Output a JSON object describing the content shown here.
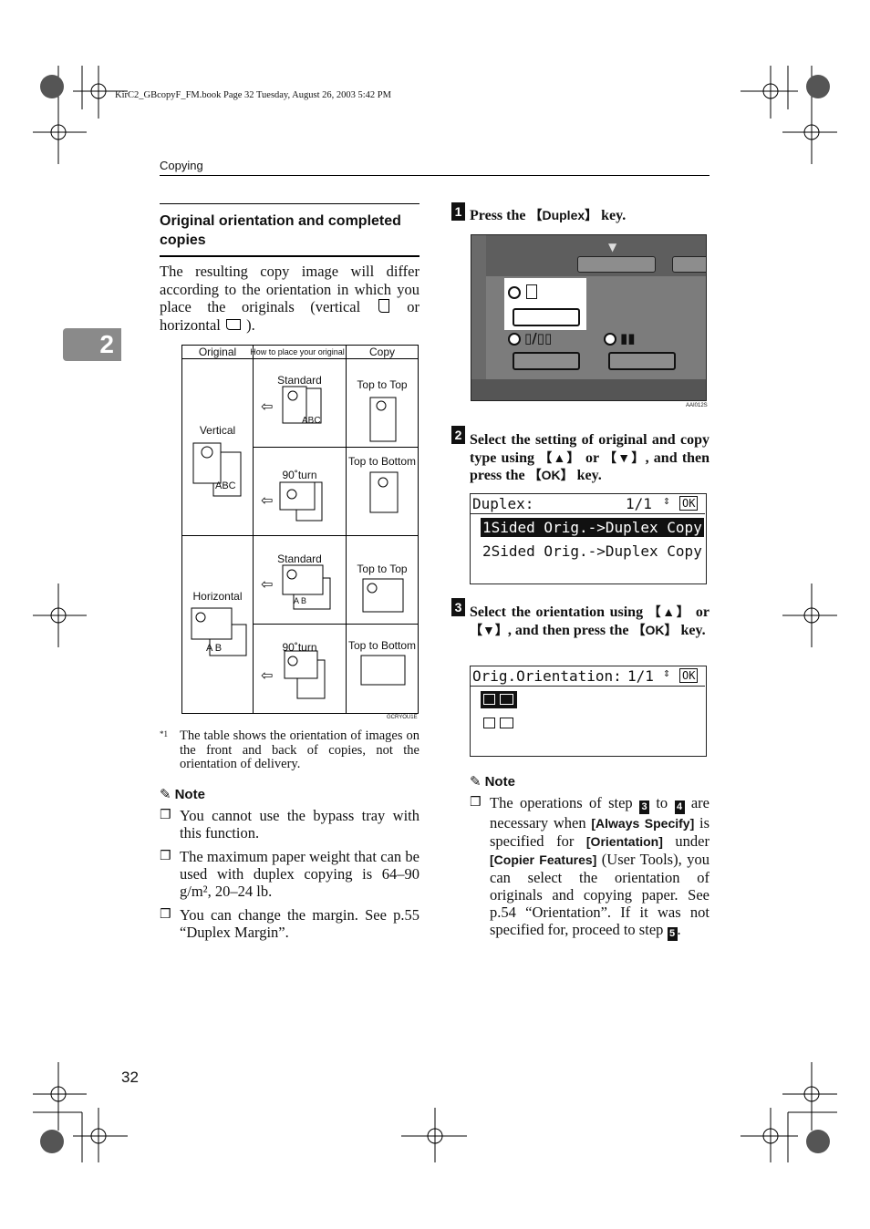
{
  "header": {
    "file_info": "KirC2_GBcopyF_FM.book  Page 32  Tuesday, August 26, 2003  5:42 PM",
    "running_head": "Copying",
    "chapter_tab": "2"
  },
  "left": {
    "section_title": "Original orientation and completed copies",
    "intro_a": "The resulting copy image will differ according to the orientation in which you place the originals (vertical",
    "intro_b": "or horizontal",
    "intro_c": ").",
    "diagram": {
      "col_original": "Original",
      "col_how": "How to place your original",
      "col_copy": "Copy",
      "vertical": "Vertical",
      "horizontal": "Horizontal",
      "standard": "Standard",
      "turn": "90˚turn",
      "top_to_top": "Top to Top",
      "top_to_bottom": "Top to Bottom",
      "abc": "ABC",
      "a_b": "A     B",
      "code": "GCRYOU1E"
    },
    "footnote_mark": "*1",
    "footnote_text": "The table shows the orientation of images on the front and back of copies, not the orientation of delivery.",
    "note_heading": "Note",
    "notes": [
      "You cannot use the bypass tray with this function.",
      "The maximum paper weight that can be used with duplex copying is 64–90 g/m², 20–24 lb.",
      "You can change the margin. See p.55 “Duplex Margin”."
    ]
  },
  "right": {
    "step1": {
      "num": "1",
      "pre": "Press the ",
      "key": "【Duplex】",
      "post": " key."
    },
    "panel_code": "AAI012S",
    "step2": {
      "num": "2",
      "text_a": "Select the setting of original and copy type using ",
      "key_up": "【▲】",
      "or": " or ",
      "key_down": "【▼】",
      "text_b": ", and then press the ",
      "key_ok": "【OK】",
      "text_c": " key."
    },
    "lcd1": {
      "title": "Duplex:",
      "page": "1/1",
      "ok": "OK",
      "row1": "1Sided Orig.->Duplex Copy",
      "row2": "2Sided Orig.->Duplex Copy"
    },
    "step3": {
      "num": "3",
      "text_a": "Select the orientation using ",
      "key_up": "【▲】",
      "or": " or ",
      "key_down": "【▼】",
      "text_b": ", and then press the ",
      "key_ok": "【OK】",
      "text_c": " key."
    },
    "lcd2": {
      "title": "Orig.Orientation:",
      "page": "1/1",
      "ok": "OK"
    },
    "note_heading": "Note",
    "note": {
      "a": "The operations of step ",
      "s3": "3",
      "to": " to ",
      "s4": "4",
      "b": " are necessary when ",
      "k1": "[Always Specify]",
      "c": " is specified for ",
      "k2": "[Orientation]",
      "d": " under ",
      "k3": "[Copier Features]",
      "e": " (User Tools), you can select the orientation of originals and copying paper. See p.54 “Orientation”. If it was not specified for, proceed to step ",
      "s5": "5",
      "f": "."
    }
  },
  "footer": {
    "page_number": "32"
  }
}
